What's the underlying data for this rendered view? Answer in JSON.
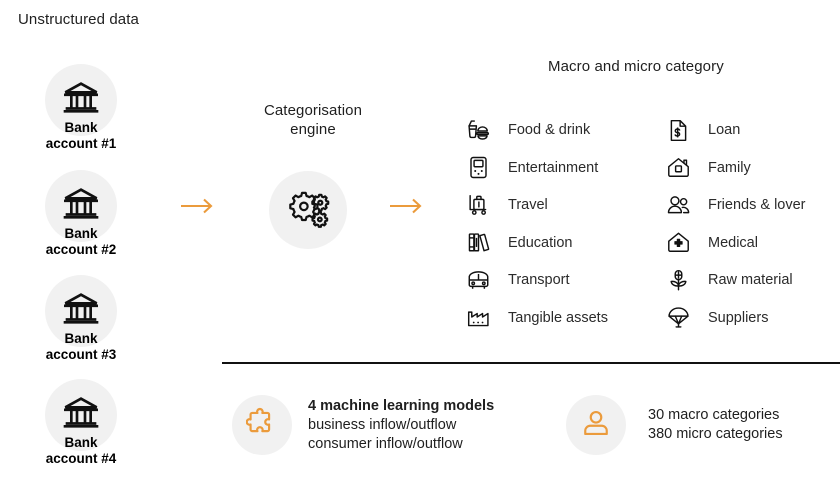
{
  "accent_color": "#eb9b3c",
  "medallion_color": "#f1f1f1",
  "icon_color": "#111111",
  "divider_color": "#111111",
  "headings": {
    "unstructured": "Unstructured data",
    "engine": "Categorisation\nengine",
    "engine_line1": "Categorisation",
    "engine_line2": "engine",
    "macro_micro": "Macro and micro category"
  },
  "banks": [
    {
      "icon": "bank-icon",
      "line1": "Bank",
      "line2": "account #1"
    },
    {
      "icon": "bank-icon",
      "line1": "Bank",
      "line2": "account #2"
    },
    {
      "icon": "bank-icon",
      "line1": "Bank",
      "line2": "account #3"
    },
    {
      "icon": "bank-icon",
      "line1": "Bank",
      "line2": "account #4"
    }
  ],
  "engine": {
    "icon": "gears-icon"
  },
  "arrows": [
    {
      "name": "arrow-right-icon-input"
    },
    {
      "name": "arrow-right-icon-output"
    }
  ],
  "categories": {
    "left": [
      {
        "icon": "food-drink-icon",
        "label": "Food & drink"
      },
      {
        "icon": "entertainment-icon",
        "label": "Entertainment"
      },
      {
        "icon": "travel-icon",
        "label": "Travel"
      },
      {
        "icon": "education-icon",
        "label": "Education"
      },
      {
        "icon": "transport-icon",
        "label": "Transport"
      },
      {
        "icon": "tangible-assets-icon",
        "label": "Tangible assets"
      }
    ],
    "right": [
      {
        "icon": "loan-icon",
        "label": "Loan"
      },
      {
        "icon": "family-icon",
        "label": "Family"
      },
      {
        "icon": "friends-lover-icon",
        "label": "Friends & lover"
      },
      {
        "icon": "medical-icon",
        "label": "Medical"
      },
      {
        "icon": "raw-material-icon",
        "label": "Raw material"
      },
      {
        "icon": "suppliers-icon",
        "label": "Suppliers"
      }
    ]
  },
  "footer": {
    "models": {
      "icon": "puzzle-icon",
      "line1": "4 machine learning models",
      "line2": "business inflow/outflow",
      "line3": "consumer inflow/outflow"
    },
    "counts": {
      "icon": "person-icon",
      "line1": "30 macro categories",
      "line2": "380 micro categories"
    }
  }
}
